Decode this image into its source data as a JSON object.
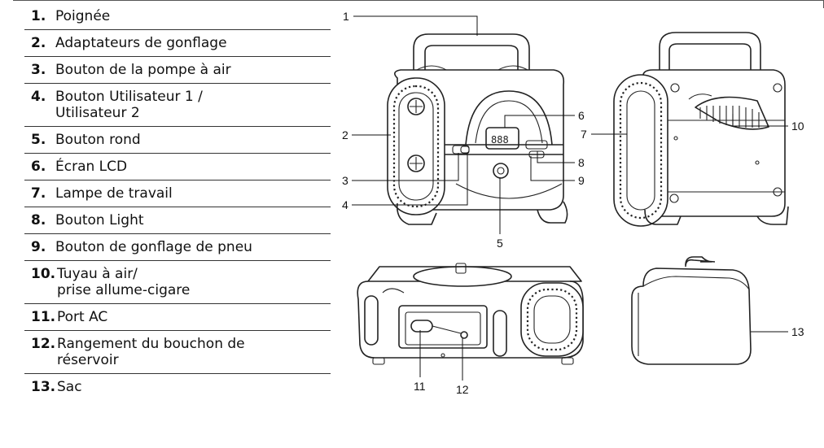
{
  "parts": [
    {
      "num": "1.",
      "label": "Poignée"
    },
    {
      "num": "2.",
      "label": "Adaptateurs de gonflage"
    },
    {
      "num": "3.",
      "label": "Bouton de la pompe à air"
    },
    {
      "num": "4.",
      "label": "Bouton Utilisateur 1 /\nUtilisateur 2"
    },
    {
      "num": "5.",
      "label": "Bouton rond"
    },
    {
      "num": "6.",
      "label": "Écran LCD"
    },
    {
      "num": "7.",
      "label": "Lampe de travail"
    },
    {
      "num": "8.",
      "label": "Bouton Light"
    },
    {
      "num": "9.",
      "label": "Bouton de gonflage de pneu"
    },
    {
      "num": "10.",
      "label": "Tuyau à air/\nprise allume-cigare"
    },
    {
      "num": "11.",
      "label": "Port AC"
    },
    {
      "num": "12.",
      "label": "Rangement du bouchon de\nréservoir"
    },
    {
      "num": "13.",
      "label": "Sac"
    }
  ],
  "callouts": {
    "c1": "1",
    "c2": "2",
    "c3": "3",
    "c4": "4",
    "c5": "5",
    "c6": "6",
    "c7": "7",
    "c8": "8",
    "c9": "9",
    "c10": "10",
    "c11": "11",
    "c12": "12",
    "c13": "13"
  },
  "lcd_text": "888"
}
